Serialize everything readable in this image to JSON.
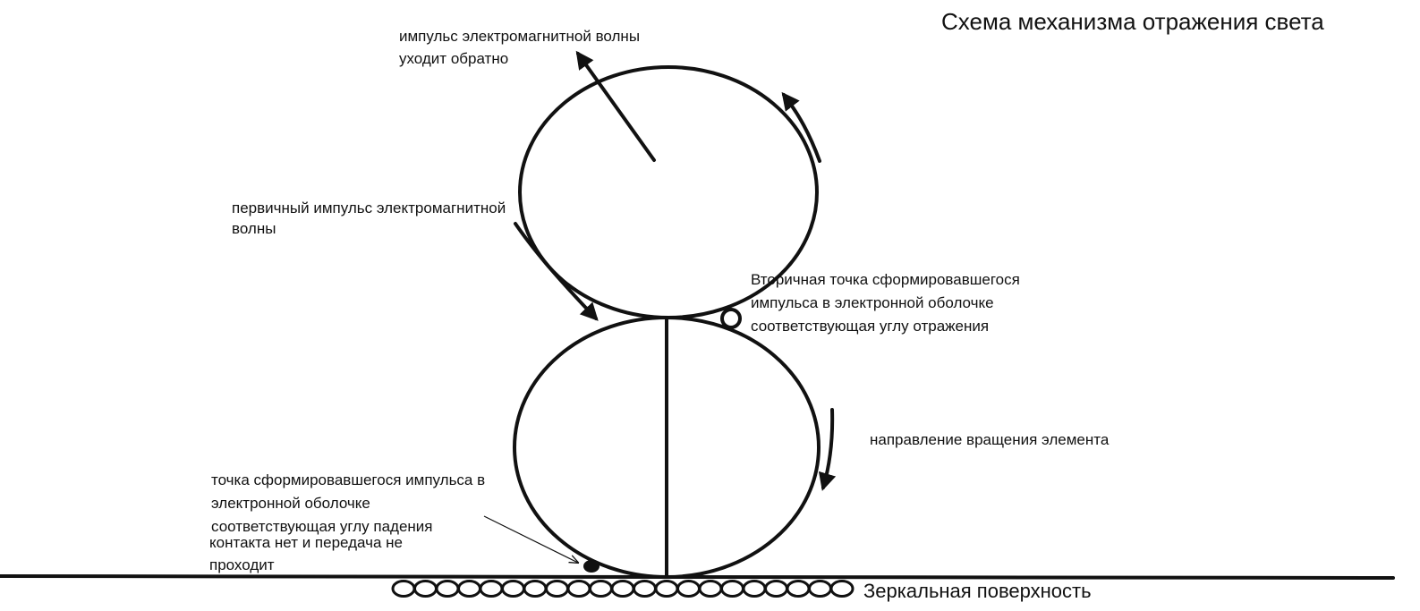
{
  "title": "Схема механизма отражения света",
  "labels": {
    "wave_returns_1": "импульс электромагнитной волны",
    "wave_returns_2": "уходит обратно",
    "primary_pulse_1": "первичный импульс электромагнитной",
    "primary_pulse_2": "волны",
    "secondary_point_1": "Вторичная точка сформировавшегося",
    "secondary_point_2": "импульса в электронной оболочке",
    "secondary_point_3": "соответствующая углу отражения",
    "rotation_direction": "направление вращения элемента",
    "incidence_point_1": "точка сформировавшегося импульса в",
    "incidence_point_2": "электронной оболочке",
    "incidence_point_3": "соответствующая углу падения",
    "no_contact_1": "контакта нет и передача не",
    "no_contact_2": "проходит",
    "mirror_surface": "Зеркальная поверхность"
  },
  "colors": {
    "ink": "#111111",
    "background": "#ffffff"
  }
}
